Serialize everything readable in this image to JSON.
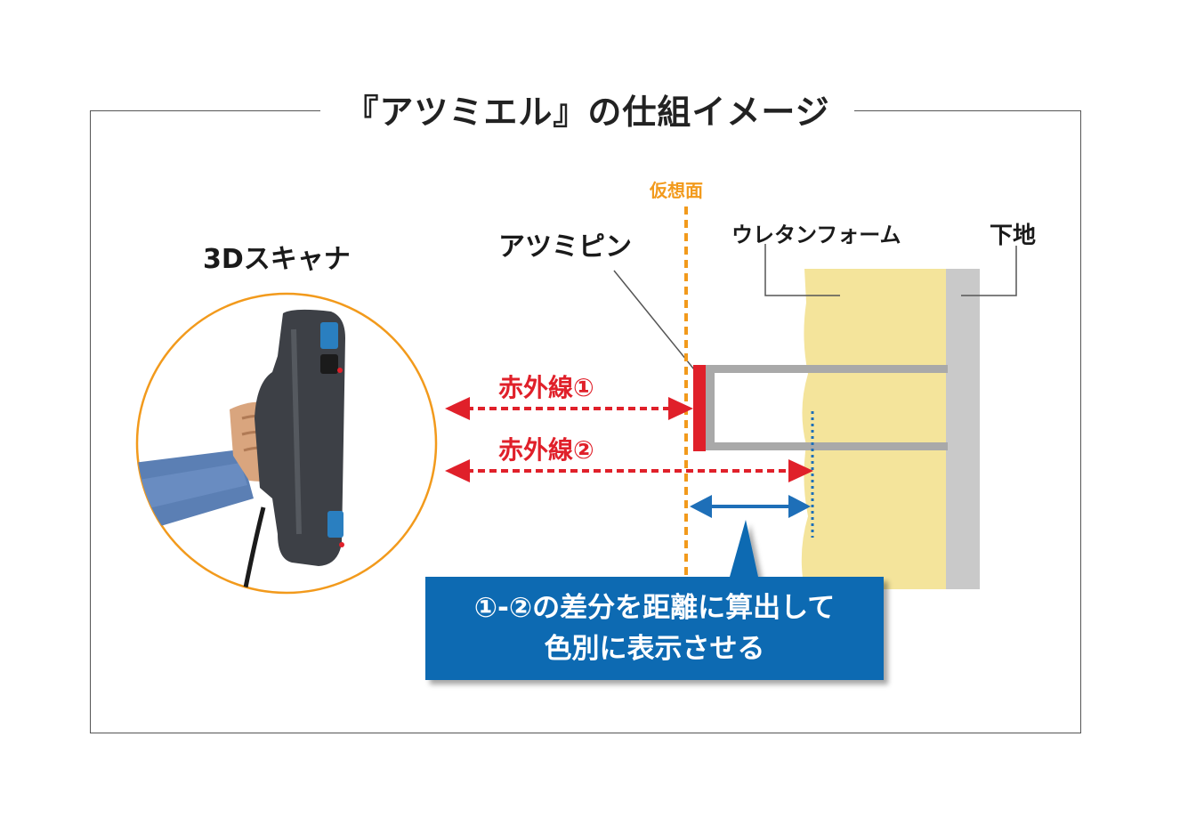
{
  "title": "『アツミエル』の仕組イメージ",
  "labels": {
    "scanner": "3Dスキャナ",
    "pin": "アツミピン",
    "virtual_plane": "仮想面",
    "urethane_foam": "ウレタンフォーム",
    "base": "下地",
    "infrared_1": "赤外線①",
    "infrared_2": "赤外線②"
  },
  "callout": {
    "line1": "①-②の差分を距離に算出して",
    "line2": "色別に表示させる"
  },
  "colors": {
    "infrared": "#e0202a",
    "virtual_plane": "#f29a1c",
    "measure": "#1e6fb8",
    "callout_bg": "#0b6ab2",
    "foam": "#f4e49b",
    "base": "#c9c9c9",
    "scanner_circle": "#f29a1c"
  }
}
